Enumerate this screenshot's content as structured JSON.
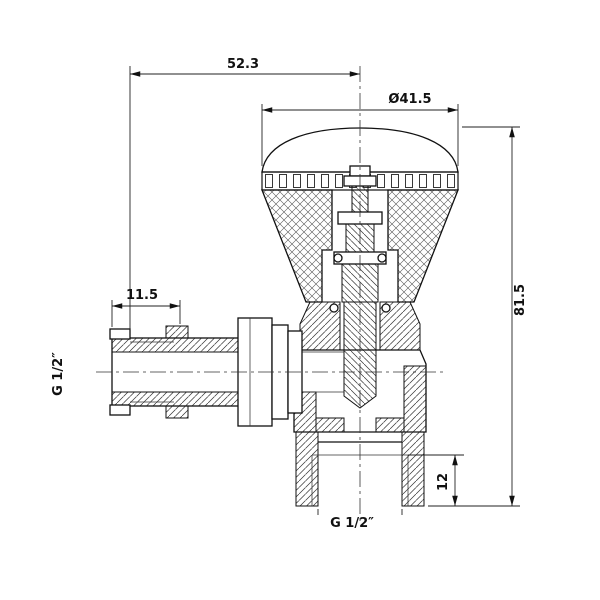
{
  "drawing": {
    "type": "technical-section-drawing-angled-radiator-valve",
    "colors": {
      "line": "#111111",
      "background": "#ffffff"
    },
    "labels": {
      "dim_width": "52.3",
      "dim_cap_diameter": "Ø41.5",
      "dim_total_height": "81.5",
      "dim_tail_length": "11.5",
      "dim_outlet_depth": "12",
      "thread_left": "G 1/2″",
      "thread_bottom": "G 1/2″"
    }
  }
}
